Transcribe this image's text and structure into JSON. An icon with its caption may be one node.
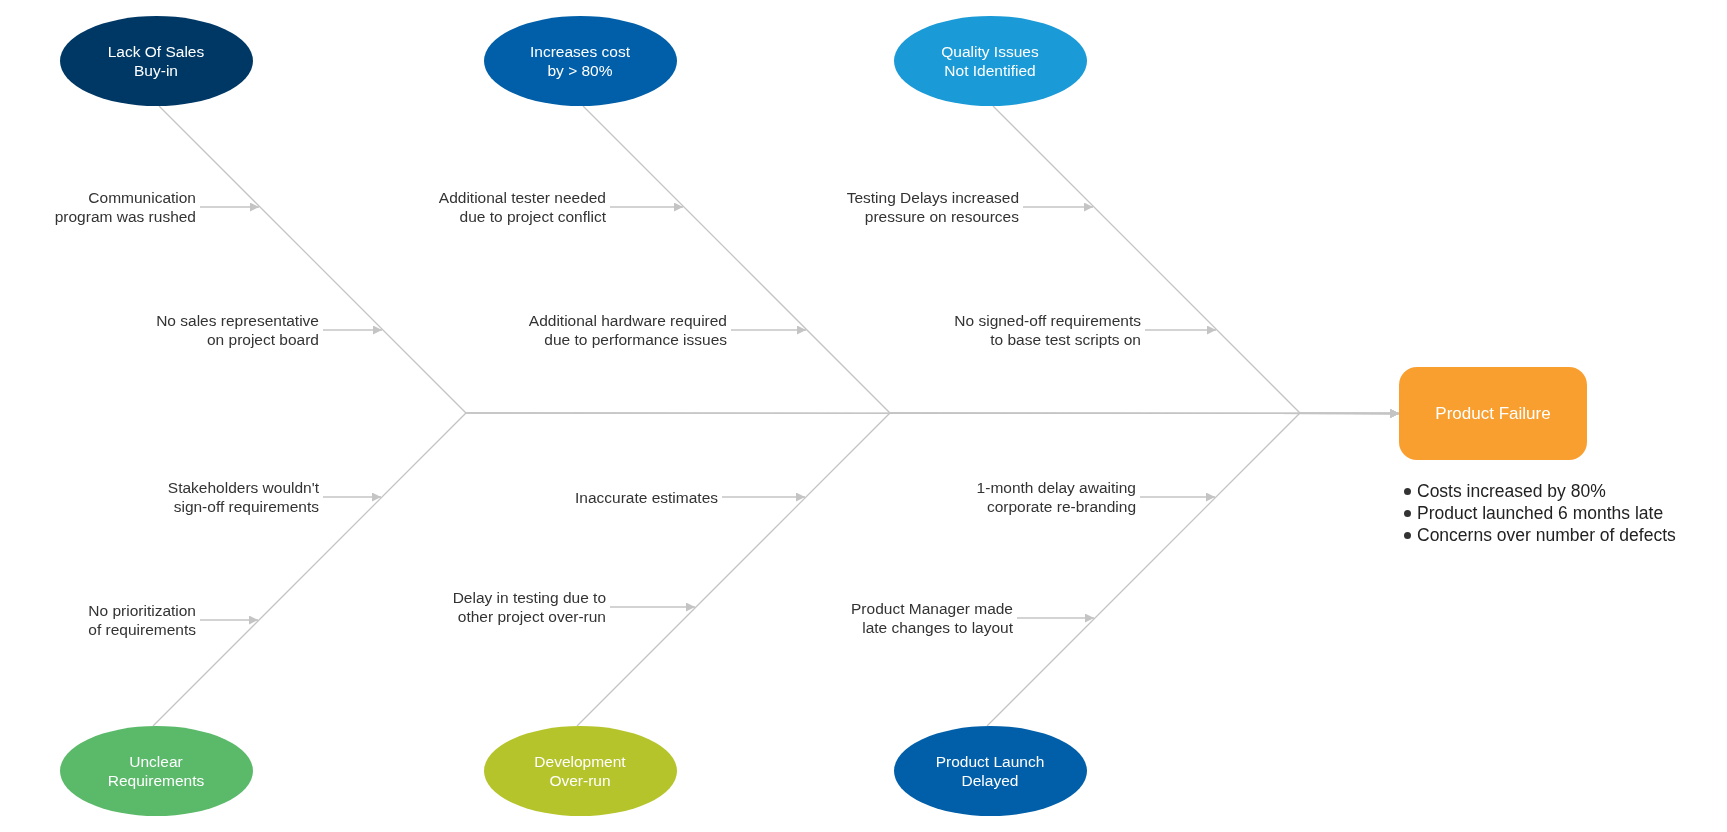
{
  "diagram": {
    "nodes": [
      {
        "text": [
          "Lack Of Sales Buy-in"
        ]
      },
      {
        "text": [
          "Increases cost by > 80%"
        ]
      },
      {
        "text": [
          "Quality Issues Not Identified"
        ]
      },
      {
        "text": [
          "Communication program was rushed"
        ]
      },
      {
        "text": [
          "Additional tester needed due to project conflict"
        ]
      },
      {
        "text": [
          "Testing Delays increased pressure on resources"
        ]
      },
      {
        "text": [
          "No sales representative on project board"
        ]
      },
      {
        "text": [
          "Additional hardware required due to performance issues"
        ]
      },
      {
        "text": [
          "No signed-off requirements to base test scripts on"
        ]
      },
      {
        "text": [
          "Product Failure"
        ],
        "beside": [
          "Costs increased by 80%",
          "Product launched 6 months late",
          "Concerns over number of defects"
        ]
      },
      {
        "text": [
          "Stakeholders wouldn't sign-off requirements"
        ]
      },
      {
        "text": [
          "Inaccurate estimates"
        ]
      },
      {
        "text": [
          "1-month delay awaiting corporate re-branding"
        ]
      },
      {
        "text": [
          "No prioritization of requirements"
        ]
      },
      {
        "text": [
          "Delay in testing due to other project over-run"
        ]
      },
      {
        "text": [
          "Product Manager made late changes to layout"
        ]
      },
      {
        "text": [
          "Unclear Requirements"
        ]
      },
      {
        "text": [
          "Development Over-run"
        ]
      },
      {
        "text": [
          "Product Launch Delayed"
        ]
      }
    ],
    "edges": [
      {
        "from": 0,
        "to": 9,
        "arrow": "to"
      },
      {
        "from": 1,
        "to": 9,
        "arrow": "to"
      },
      {
        "from": 2,
        "to": 9,
        "arrow": "to"
      },
      {
        "from": 16,
        "to": 9,
        "arrow": "to"
      },
      {
        "from": 17,
        "to": 9,
        "arrow": "to"
      },
      {
        "from": 18,
        "to": 9,
        "arrow": "to"
      },
      {
        "from": 3,
        "to": null,
        "arrow": "to"
      },
      {
        "from": 6,
        "to": null,
        "arrow": "to"
      },
      {
        "from": 10,
        "to": null,
        "arrow": "to"
      },
      {
        "from": 13,
        "to": null,
        "arrow": "to"
      },
      {
        "from": 4,
        "to": null,
        "arrow": "to"
      },
      {
        "from": 7,
        "to": null,
        "arrow": "to"
      },
      {
        "from": 11,
        "to": null,
        "arrow": "to"
      },
      {
        "from": 14,
        "to": null,
        "arrow": "to"
      },
      {
        "from": 5,
        "to": null,
        "arrow": "to"
      },
      {
        "from": 8,
        "to": null,
        "arrow": "to"
      },
      {
        "from": 12,
        "to": null,
        "arrow": "to"
      },
      {
        "from": 15,
        "to": null,
        "arrow": "to"
      }
    ]
  }
}
